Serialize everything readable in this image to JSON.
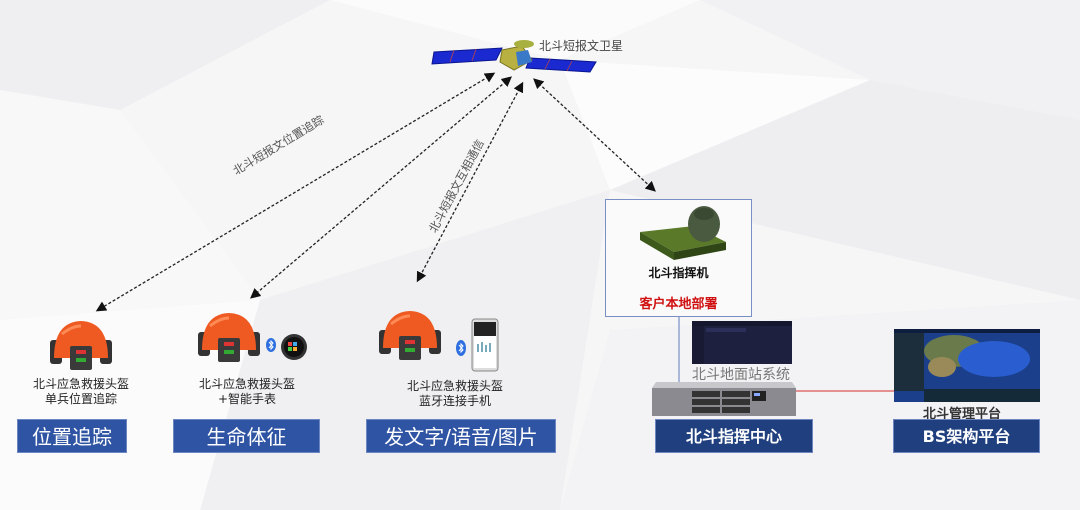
{
  "satellite": {
    "label": "北斗短报文卫星"
  },
  "links": {
    "position_tracking": "北斗短报文位置追踪",
    "mutual_communication": "北斗短报文互相通信"
  },
  "devices": [
    {
      "line1": "北斗应急救援头盔",
      "line2": "单兵位置追踪",
      "category": "位置追踪",
      "accessory": "none"
    },
    {
      "line1": "北斗应急救援头盔",
      "line2": "+智能手表",
      "category": "生命体征",
      "accessory": "smartwatch"
    },
    {
      "line1": "北斗应急救援头盔",
      "line2": "蓝牙连接手机",
      "category": "发文字/语音/图片",
      "accessory": "phone"
    }
  ],
  "command_unit": {
    "label": "北斗指挥机",
    "deployment": "客户本地部署"
  },
  "ground_station": {
    "label": "北斗地面站系统",
    "category": "北斗指挥中心"
  },
  "platform": {
    "label": "北斗管理平台",
    "category": "BS架构平台"
  },
  "colors": {
    "category_box": "#2f54a3",
    "category_box_dark": "#1f3f7e",
    "helmet": "#ee5a22",
    "deployment_text": "#d01010",
    "connector_line": "#e07070"
  }
}
